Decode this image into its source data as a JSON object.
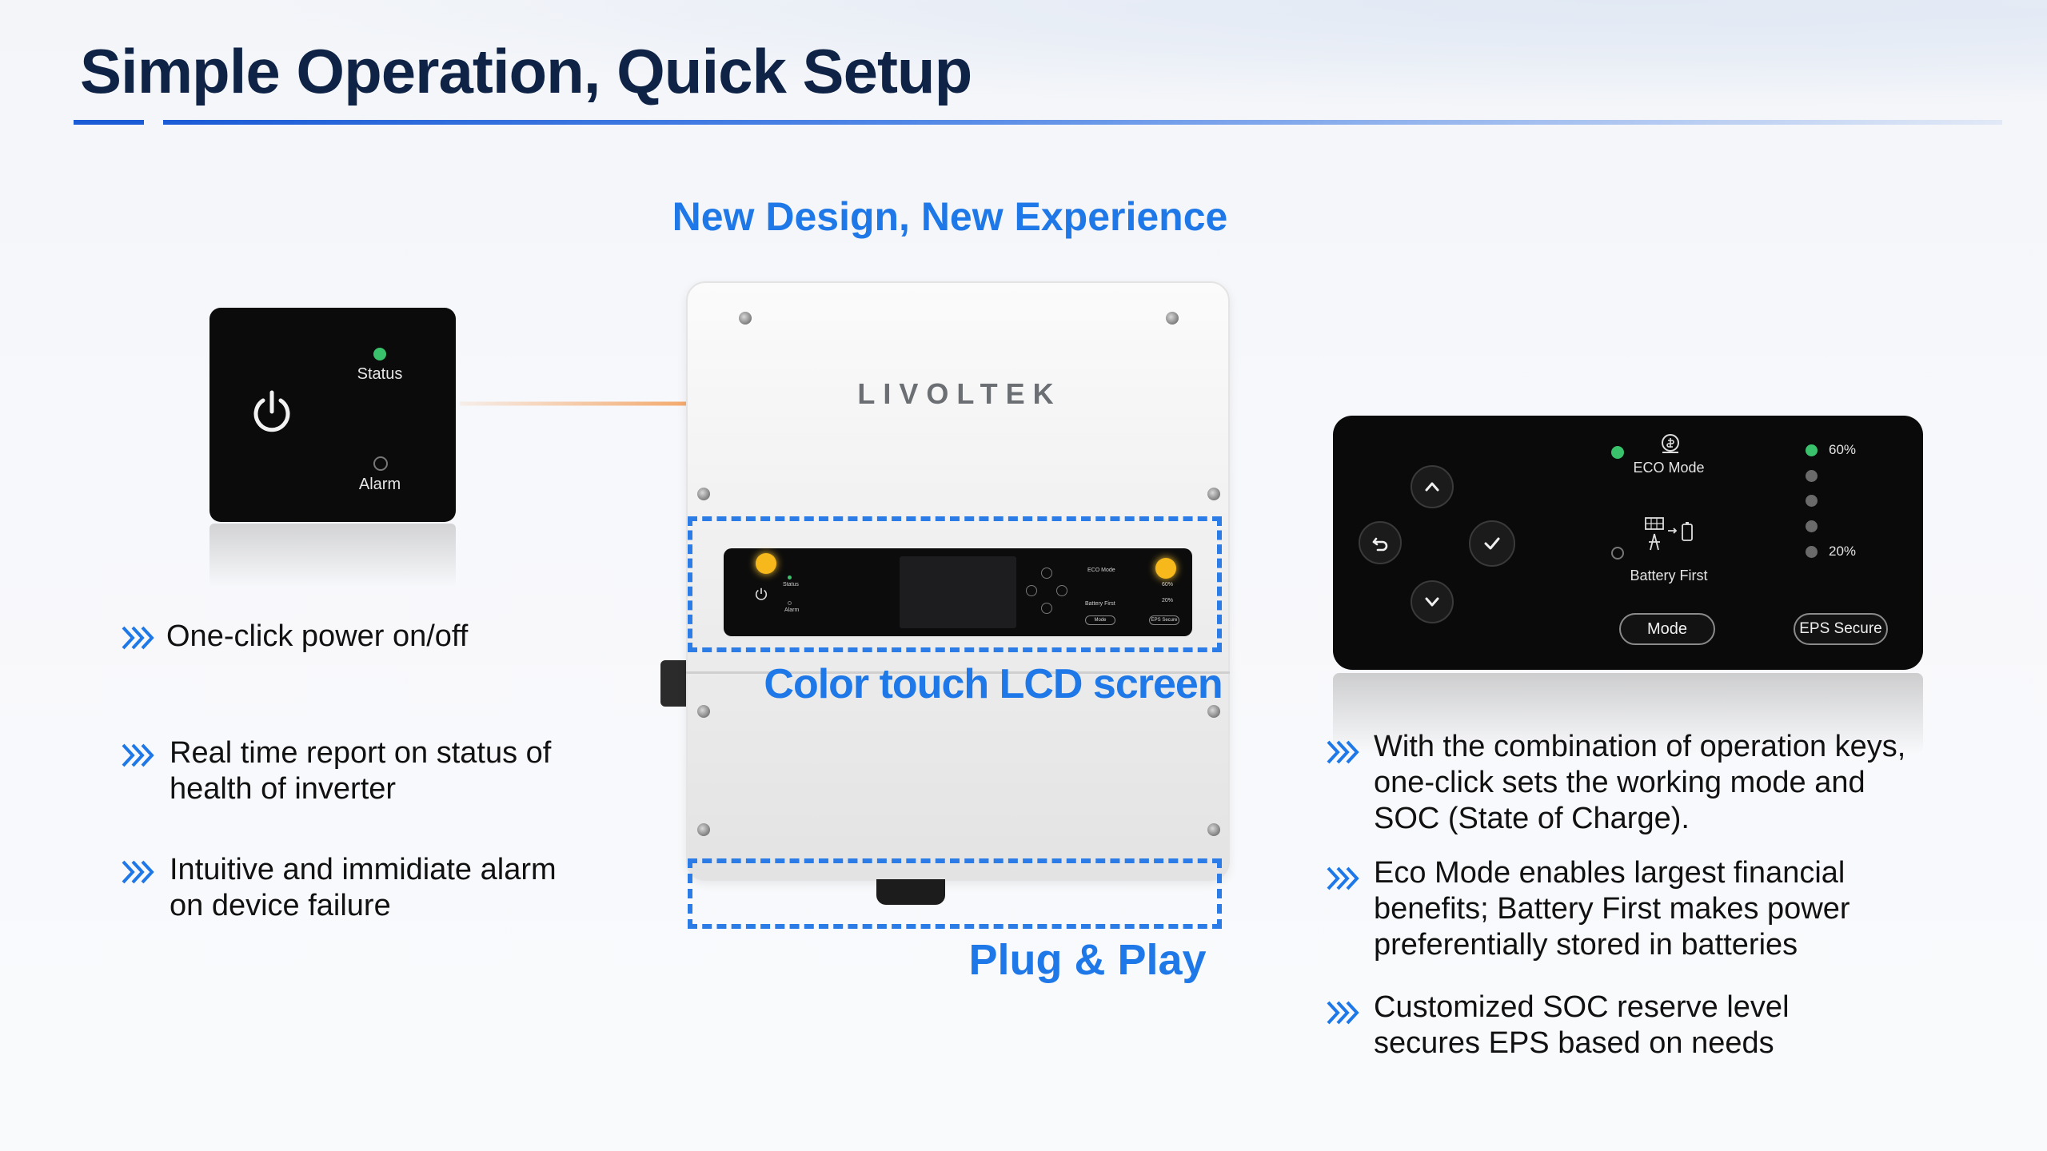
{
  "page": {
    "title": "Simple Operation, Quick Setup",
    "subtitle": "New Design, New Experience"
  },
  "colors": {
    "title": "#0e2346",
    "accent": "#1f78e8",
    "rule": "#1b5bd6",
    "connector": "#f39548",
    "led_green": "#39c26b",
    "led_yellow": "#f6b81a"
  },
  "status_panel": {
    "status_label": "Status",
    "alarm_label": "Alarm",
    "icon": "power-icon"
  },
  "inverter": {
    "brand": "LIVOLTEK",
    "lcd_caption": "Color touch LCD screen",
    "plug_caption": "Plug & Play",
    "mini": {
      "status": "Status",
      "alarm": "Alarm",
      "eco": "ECO Mode",
      "battery": "Battery First",
      "soc_high": "60%",
      "soc_low": "20%",
      "mode": "Mode",
      "eps": "EPS Secure"
    }
  },
  "control_panel": {
    "eco_mode": "ECO Mode",
    "battery_first": "Battery First",
    "mode_button": "Mode",
    "eps_button": "EPS Secure",
    "soc_high": "60%",
    "soc_low": "20%",
    "icons": [
      "chevron-up-icon",
      "back-arrow-icon",
      "check-icon",
      "chevron-down-icon",
      "coin-icon",
      "solar-to-battery-icon"
    ]
  },
  "left_bullets": [
    "One-click power on/off",
    "Real time report on status of health of inverter",
    "Intuitive and immidiate alarm on device failure"
  ],
  "right_bullets": [
    "With the combination of operation keys, one-click sets the working mode and SOC (State of Charge).",
    "Eco Mode enables largest financial benefits; Battery First makes power preferentially stored in batteries",
    "Customized SOC reserve level secures EPS based on needs"
  ]
}
